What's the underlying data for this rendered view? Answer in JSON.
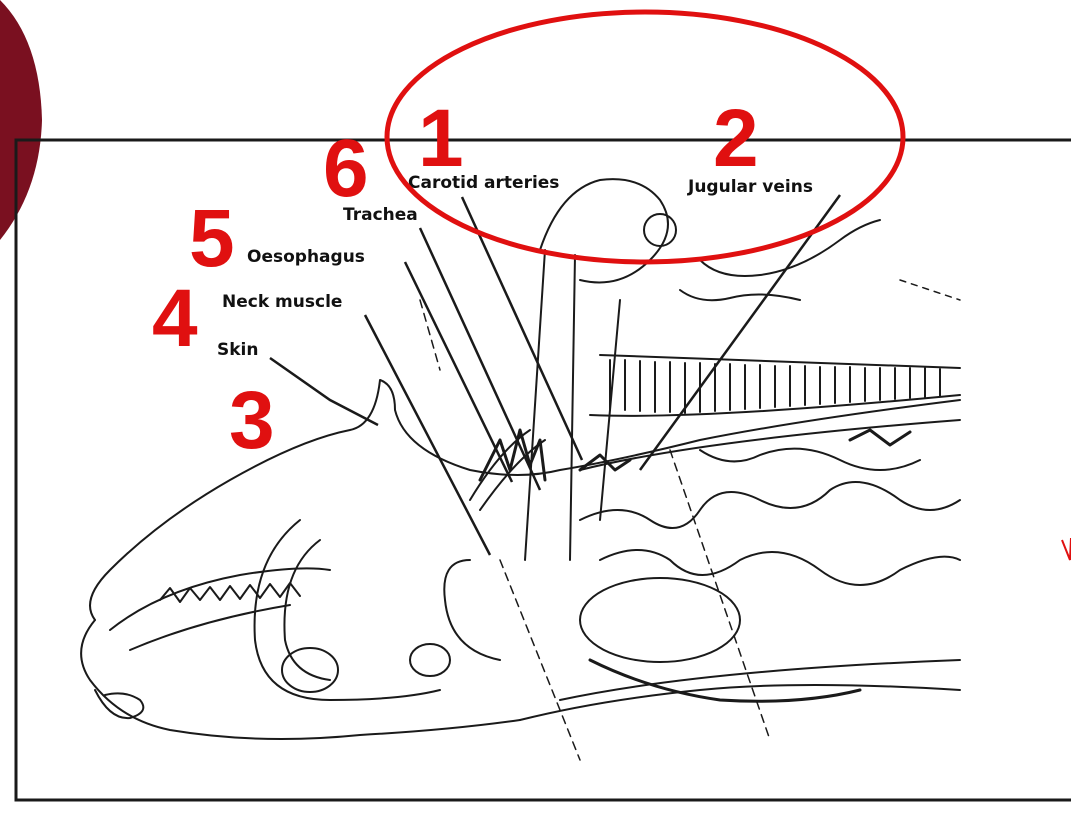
{
  "labels": {
    "carotid": "Carotid arteries",
    "jugular": "Jugular veins",
    "trachea": "Trachea",
    "oesophagus": "Oesophagus",
    "neck_muscle": "Neck muscle",
    "skin": "Skin"
  },
  "numbers": {
    "n1": "1",
    "n2": "2",
    "n3": "3",
    "n4": "4",
    "n5": "5",
    "n6": "6"
  },
  "colors": {
    "annotation_red": "#e01010",
    "corner_tab": "#7a1020",
    "line_ink": "#1a1a1a"
  }
}
